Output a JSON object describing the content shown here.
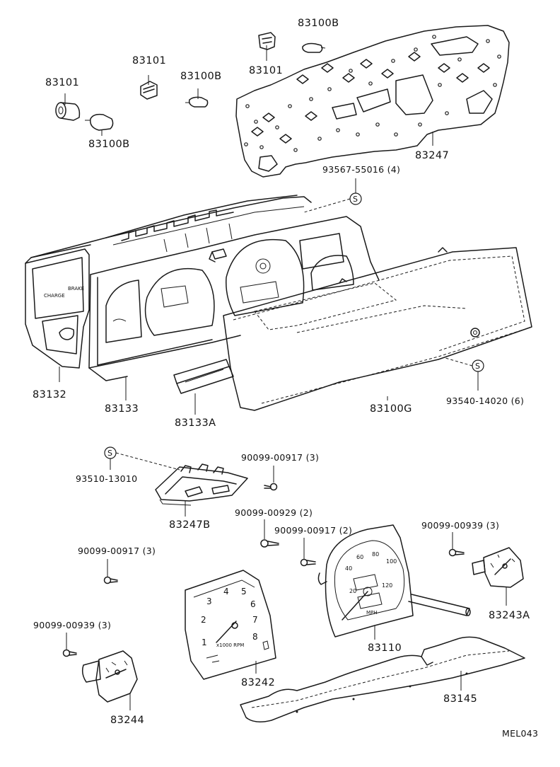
{
  "parts": [
    {
      "id": "p83100B_top",
      "label": "83100B"
    },
    {
      "id": "p83101_top",
      "label": "83101"
    },
    {
      "id": "p83101_mid",
      "label": "83101"
    },
    {
      "id": "p83100B_mid",
      "label": "83100B"
    },
    {
      "id": "p83101_left",
      "label": "83101"
    },
    {
      "id": "p83100B_left",
      "label": "83100B"
    },
    {
      "id": "p83247",
      "label": "83247"
    },
    {
      "id": "p93567",
      "label": "93567-55016 (4)"
    },
    {
      "id": "p83132",
      "label": "83132"
    },
    {
      "id": "p83133",
      "label": "83133"
    },
    {
      "id": "p83133A",
      "label": "83133A"
    },
    {
      "id": "p83100G",
      "label": "83100G"
    },
    {
      "id": "p93540",
      "label": "93540-14020 (6)"
    },
    {
      "id": "p93510",
      "label": "93510-13010"
    },
    {
      "id": "p90099_917_a",
      "label": "90099-00917 (3)"
    },
    {
      "id": "p83247B",
      "label": "83247B"
    },
    {
      "id": "p90099_929",
      "label": "90099-00929 (2)"
    },
    {
      "id": "p90099_917_b",
      "label": "90099-00917 (2)"
    },
    {
      "id": "p90099_939_a",
      "label": "90099-00939 (3)"
    },
    {
      "id": "p90099_917_c",
      "label": "90099-00917 (3)"
    },
    {
      "id": "p83243A",
      "label": "83243A"
    },
    {
      "id": "p90099_939_b",
      "label": "90099-00939 (3)"
    },
    {
      "id": "p83110",
      "label": "83110"
    },
    {
      "id": "p83242",
      "label": "83242"
    },
    {
      "id": "p83145",
      "label": "83145"
    },
    {
      "id": "p83244",
      "label": "83244"
    }
  ],
  "symbol_letter": "S",
  "diagram_code": "MEL043",
  "gauge_text": {
    "charge": "CHARGE",
    "brake": "BRAKE",
    "tach_unit": "x1000 RPM",
    "tach_numbers": [
      "1",
      "2",
      "3",
      "4",
      "5",
      "6",
      "7",
      "8"
    ],
    "speed_numbers": [
      "20",
      "40",
      "60",
      "80",
      "100",
      "120"
    ],
    "speed_unit": "MPH"
  }
}
